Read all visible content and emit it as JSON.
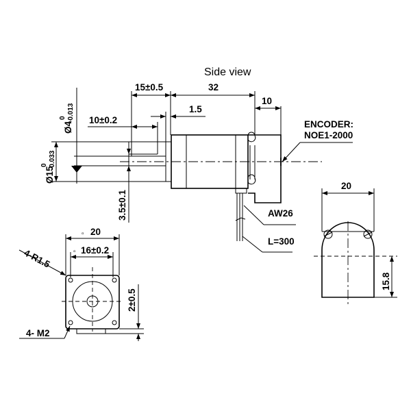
{
  "drawing": {
    "title": "Side view",
    "side_view": {
      "dim_flange_to_shaft": "15±0.5",
      "dim_body_length": "32",
      "dim_encoder_length": "10",
      "dim_boss": "1.5",
      "dim_flat_length": "10±0.2",
      "dim_shaft_dia_main": "Ø4",
      "dim_shaft_dia_upper": "0",
      "dim_shaft_dia_lower": "-0.013",
      "dim_boss_dia_main": "Ø15",
      "dim_boss_dia_upper": "0",
      "dim_boss_dia_lower": "-0.033",
      "dim_flat": "3.5±0.1",
      "encoder_label": "ENCODER:",
      "encoder_model": "NOE1-2000",
      "wire_gauge": "AW26",
      "wire_length": "L=300"
    },
    "front_view": {
      "dim_width_prefix": "▫",
      "dim_width": "20",
      "dim_hole_pitch_prefix": "▫",
      "dim_hole_pitch": "16±0.2",
      "corner_radius": "4-R1.5",
      "mount_holes": "4- M2",
      "dim_offset": "2±0.5"
    },
    "rear_view": {
      "dim_width": "20",
      "dim_height": "15.8"
    }
  }
}
